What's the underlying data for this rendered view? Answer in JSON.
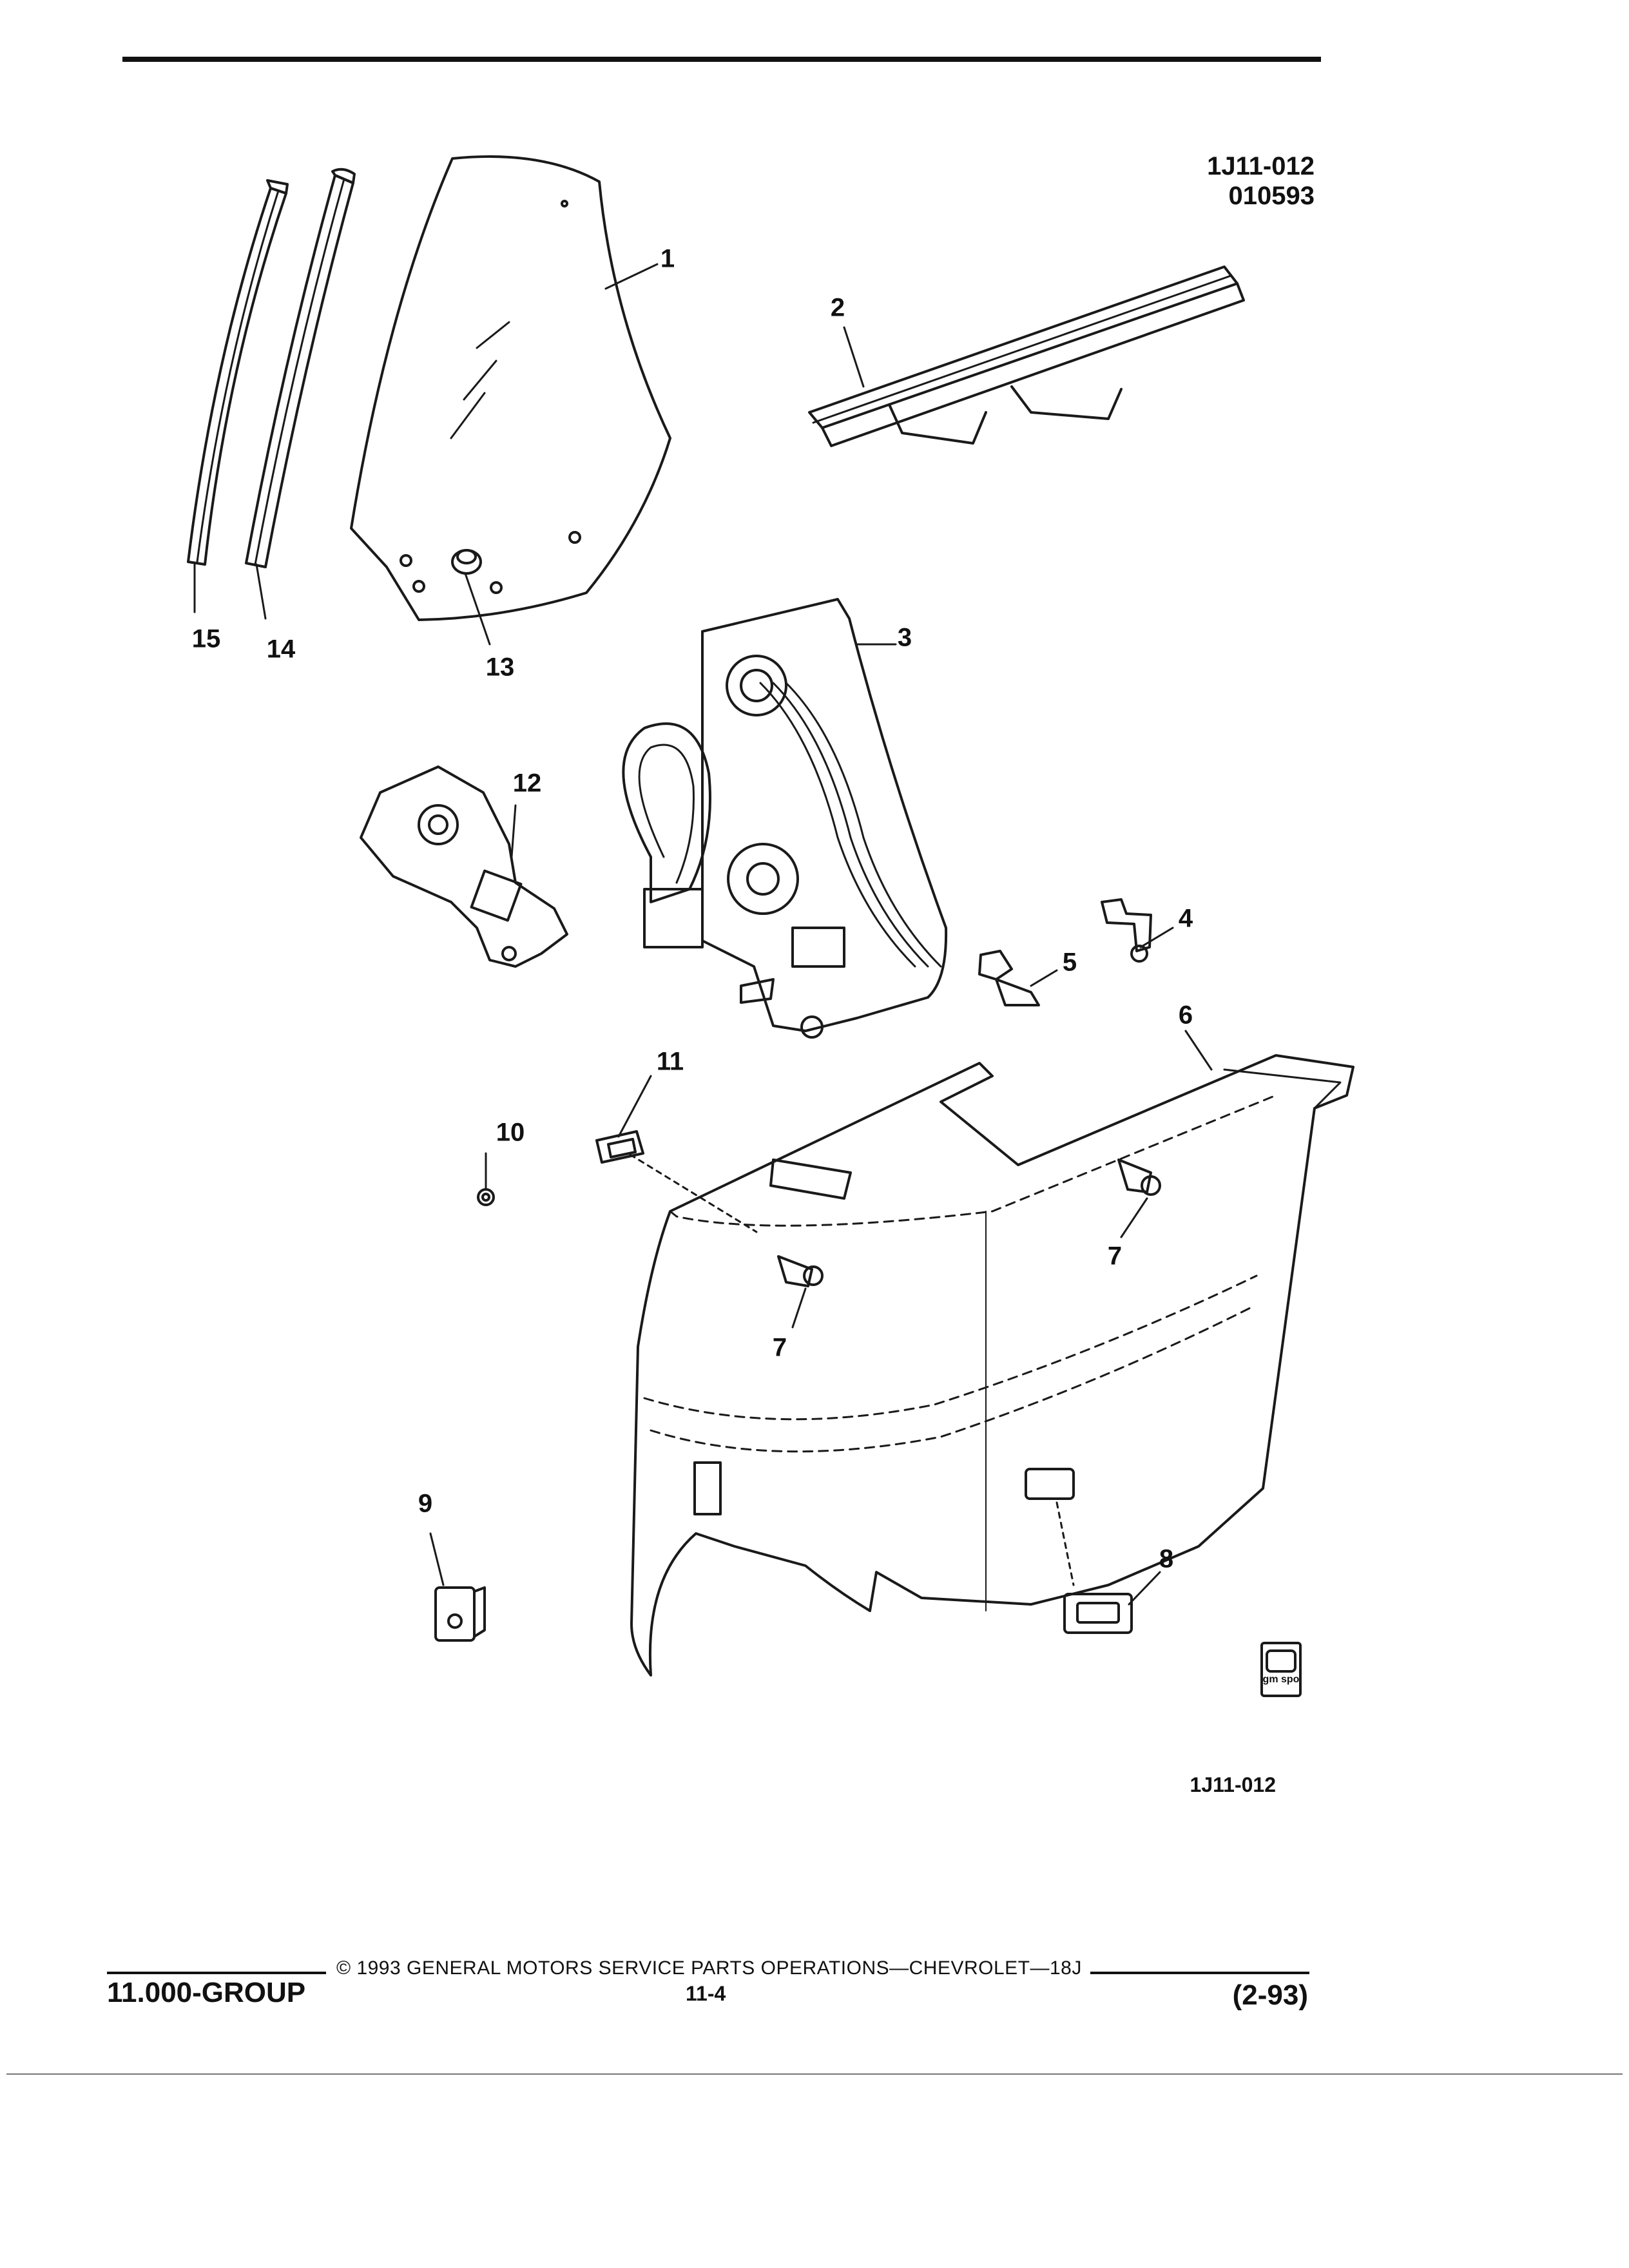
{
  "header": {
    "drawing_code": "1J11-012",
    "drawing_date": "010593"
  },
  "figure_code": "1J11-012",
  "logo_text": "gm spo",
  "callouts": [
    "1",
    "2",
    "3",
    "4",
    "5",
    "6",
    "7",
    "7",
    "8",
    "9",
    "10",
    "11",
    "12",
    "13",
    "14",
    "15"
  ],
  "footer": {
    "group": "11.000-GROUP",
    "copyright": "© 1993 GENERAL MOTORS SERVICE PARTS OPERATIONS—CHEVROLET—18J",
    "page": "11-4",
    "date": "(2-93)"
  }
}
